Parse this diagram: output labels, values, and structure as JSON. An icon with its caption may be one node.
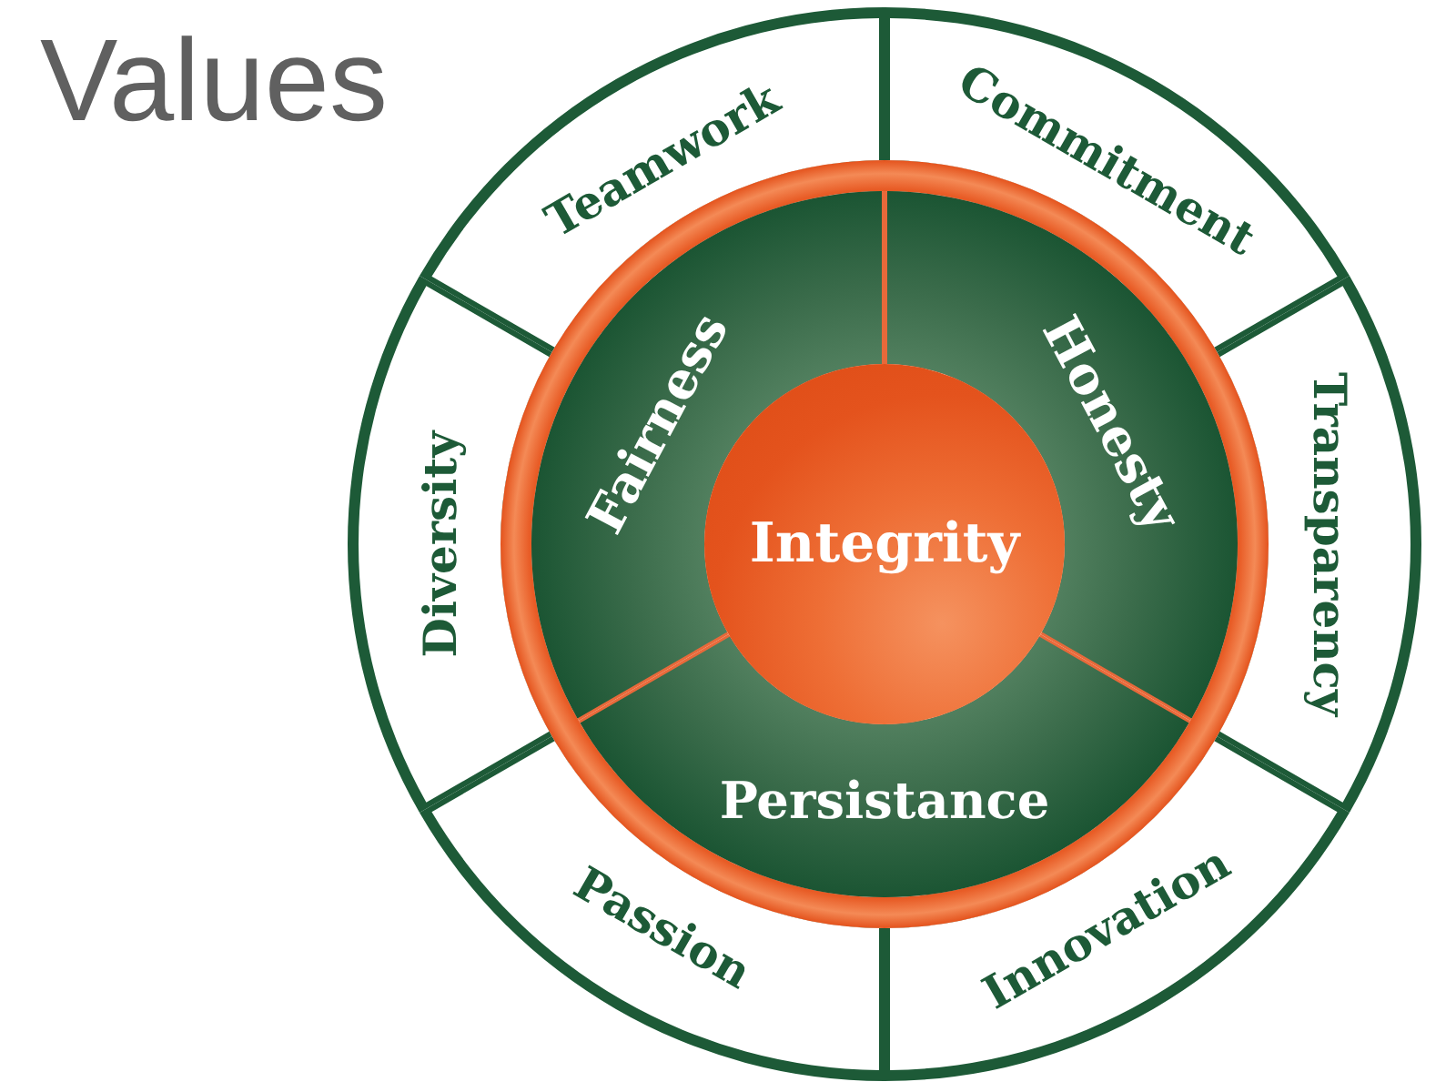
{
  "diagram": {
    "title": "Values",
    "nodes": [
      {
        "text": [
          "Integrity"
        ]
      },
      {
        "text": [
          "Fairness"
        ]
      },
      {
        "text": [
          "Honesty"
        ]
      },
      {
        "text": [
          "Persistance"
        ]
      },
      {
        "text": [
          "Teamwork"
        ]
      },
      {
        "text": [
          "Commitment"
        ]
      },
      {
        "text": [
          "Transparency"
        ]
      },
      {
        "text": [
          "Innovation"
        ]
      },
      {
        "text": [
          "Passion"
        ]
      },
      {
        "text": [
          "Diversity"
        ]
      }
    ]
  }
}
